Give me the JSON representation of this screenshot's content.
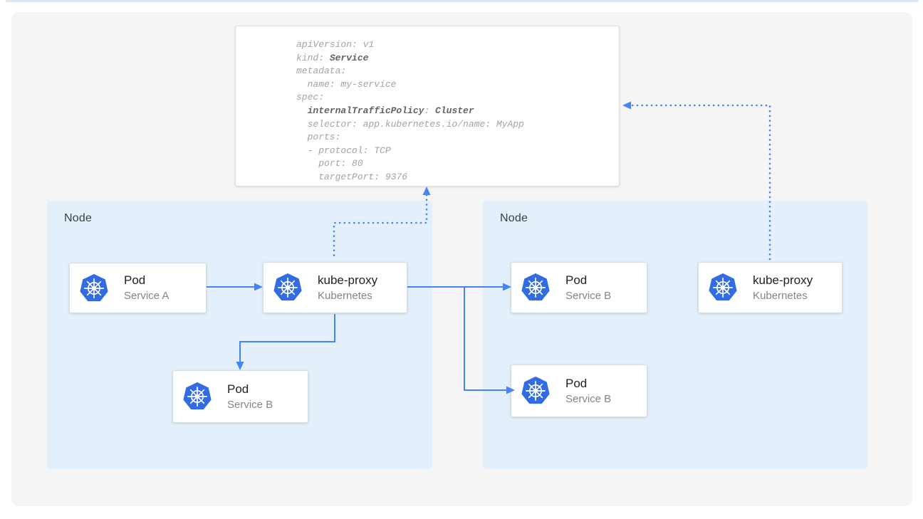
{
  "colors": {
    "arrow_blue": "#4285f4",
    "kubernetes_blue": "#326ce5",
    "node_fill": "#e3f0fb",
    "canvas_fill": "#f5f5f6",
    "code_text": "#a3a3a3",
    "code_text_bold": "#5f6368"
  },
  "yaml_card": {
    "lines": [
      {
        "segments": [
          {
            "t": "apiVersion: v1",
            "b": false
          }
        ]
      },
      {
        "segments": [
          {
            "t": "kind: ",
            "b": false
          },
          {
            "t": "Service",
            "b": true
          }
        ]
      },
      {
        "segments": [
          {
            "t": "metadata:",
            "b": false
          }
        ]
      },
      {
        "segments": [
          {
            "t": "  name: my-service",
            "b": false
          }
        ]
      },
      {
        "segments": [
          {
            "t": "spec:",
            "b": false
          }
        ]
      },
      {
        "segments": [
          {
            "t": "  ",
            "b": false
          },
          {
            "t": "internalTrafficPolicy",
            "b": true
          },
          {
            "t": ": ",
            "b": false
          },
          {
            "t": "Cluster",
            "b": true
          }
        ]
      },
      {
        "segments": [
          {
            "t": "  selector: app.kubernetes.io/name: MyApp",
            "b": false
          }
        ]
      },
      {
        "segments": [
          {
            "t": "  ports:",
            "b": false
          }
        ]
      },
      {
        "segments": [
          {
            "t": "  - protocol: TCP",
            "b": false
          }
        ]
      },
      {
        "segments": [
          {
            "t": "    port: 80",
            "b": false
          }
        ]
      },
      {
        "segments": [
          {
            "t": "    targetPort: 9376",
            "b": false
          }
        ]
      }
    ]
  },
  "nodes": [
    {
      "label": "Node"
    },
    {
      "label": "Node"
    }
  ],
  "cards": [
    {
      "title": "Pod",
      "subtitle": "Service A",
      "icon": "kubernetes-icon"
    },
    {
      "title": "kube-proxy",
      "subtitle": "Kubernetes",
      "icon": "kubernetes-icon"
    },
    {
      "title": "Pod",
      "subtitle": "Service B",
      "icon": "kubernetes-icon"
    },
    {
      "title": "Pod",
      "subtitle": "Service B",
      "icon": "kubernetes-icon"
    },
    {
      "title": "kube-proxy",
      "subtitle": "Kubernetes",
      "icon": "kubernetes-icon"
    },
    {
      "title": "Pod",
      "subtitle": "Service B",
      "icon": "kubernetes-icon"
    }
  ]
}
